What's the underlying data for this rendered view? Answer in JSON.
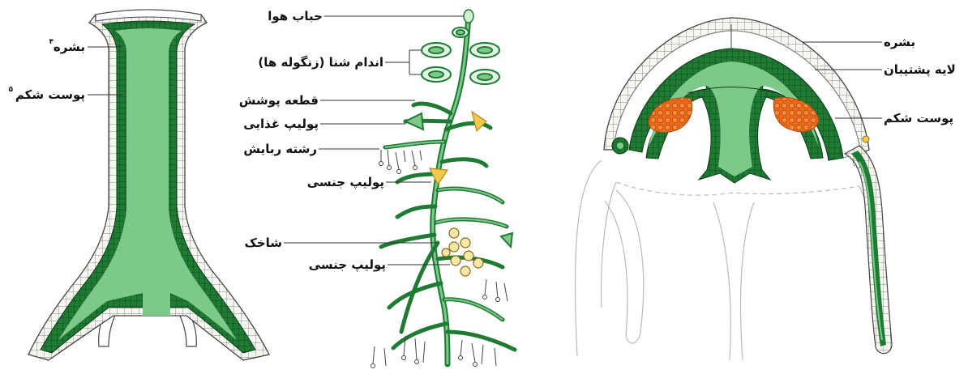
{
  "left_figure": {
    "labels": {
      "epidermis": "بشره",
      "epidermis_note": "۴",
      "gastrodermis": "پوست شکم",
      "gastrodermis_note": "۵"
    }
  },
  "middle_figure": {
    "labels": {
      "air_bubble": "حباب هوا",
      "swimming_organ": "اندام شنا (زنگوله ها)",
      "covering_piece": "قطعه پوشش",
      "feeding_polyp": "پولیپ غذایی",
      "tentacle": "رشته ربایش",
      "reproductive_polyp_1": "پولیپ جنسی",
      "branch": "شاخک",
      "reproductive_polyp_2": "پولیپ جنسی"
    }
  },
  "right_figure": {
    "labels": {
      "epidermis": "بشره",
      "mesoglea": "لایه پشتیبان",
      "gastrodermis": "پوست شکم"
    }
  },
  "colors": {
    "green_fill": "#7cc98a",
    "dark_green": "#1f7a34",
    "cell_outline": "#5a5a5a",
    "gonad_orange": "#ee6a1a",
    "bud_yellow": "#f2c94c"
  }
}
